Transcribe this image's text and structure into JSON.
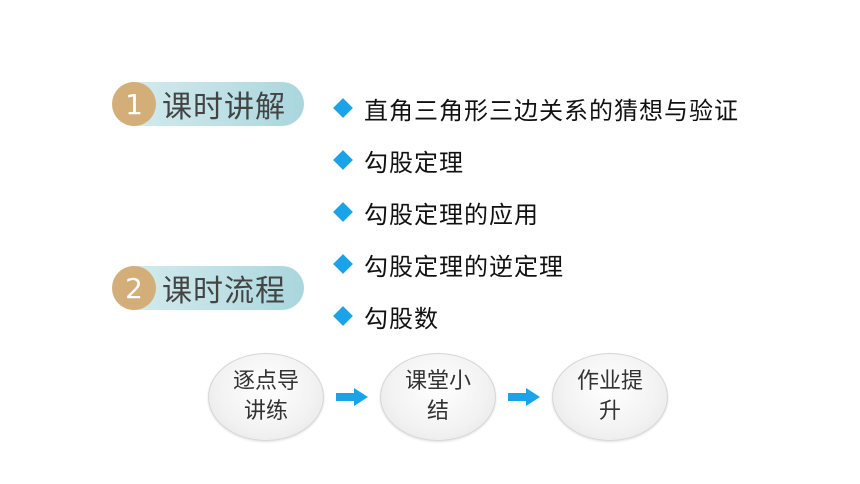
{
  "sections": [
    {
      "number": "1",
      "title": "课时讲解"
    },
    {
      "number": "2",
      "title": "课时流程"
    }
  ],
  "topics": [
    "直角三角形三边关系的猜想与验证",
    "勾股定理",
    "勾股定理的应用",
    "勾股定理的逆定理",
    "勾股数"
  ],
  "flow": [
    {
      "text": "逐点导讲练"
    },
    {
      "text": "课堂小结"
    },
    {
      "text": "作业提升"
    }
  ],
  "colors": {
    "number_badge": "#d4ae78",
    "pill": "#bfe1e6",
    "diamond": "#1aa3e8",
    "arrow": "#1aa3e8"
  }
}
